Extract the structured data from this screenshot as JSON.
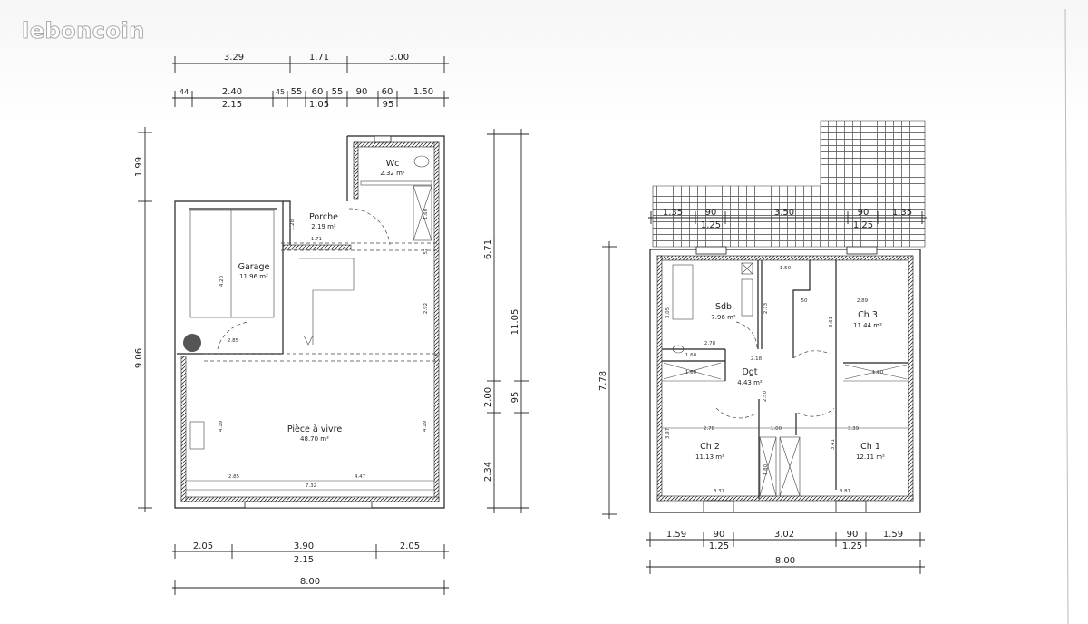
{
  "watermark": "leboncoin",
  "ground_floor": {
    "top_dims_row1": [
      "3.29",
      "1.71",
      "3.00"
    ],
    "top_dims_row2": [
      "44",
      "2.40",
      "45",
      "55",
      "60",
      "55",
      "90",
      "60",
      "1.50"
    ],
    "top_dims_row2_sub": [
      "2.15",
      "1.05",
      "95"
    ],
    "left_dims": [
      "1.99",
      "9.06"
    ],
    "right_dims": [
      "6.71",
      "2.00",
      "2.34"
    ],
    "right_dims_outer": [
      "11.05",
      "95"
    ],
    "bottom_dims": [
      "2.05",
      "3.90",
      "2.05"
    ],
    "bottom_dims_sub": "2.15",
    "bottom_total": "8.00",
    "rooms": [
      {
        "name": "Wc",
        "area": "2.32 m²"
      },
      {
        "name": "Porche",
        "area": "2.19 m²"
      },
      {
        "name": "Garage",
        "area": "11.96 m²"
      },
      {
        "name": "Pièce à vivre",
        "area": "48.70 m²"
      }
    ],
    "interior_dims": [
      "1.60",
      "1.28",
      "1.71",
      "52",
      "4.20",
      "2.85",
      "2.92",
      "4.19",
      "4.19",
      "2.85",
      "4.47",
      "7.32"
    ]
  },
  "upper_floor": {
    "top_dims": [
      "1.35",
      "90",
      "3.50",
      "90",
      "1.35"
    ],
    "top_dims_sub": [
      "1.25",
      "1.25"
    ],
    "left_dim": "7.78",
    "bottom_dims": [
      "1.59",
      "90",
      "3.02",
      "90",
      "1.59"
    ],
    "bottom_dims_sub": [
      "1.25",
      "1.25"
    ],
    "bottom_total": "8.00",
    "rooms": [
      {
        "name": "Sdb",
        "area": "7.96 m²"
      },
      {
        "name": "Ch 3",
        "area": "11.44 m²"
      },
      {
        "name": "Dgt",
        "area": "4.43 m²"
      },
      {
        "name": "Ch 2",
        "area": "11.13 m²"
      },
      {
        "name": "Ch 1",
        "area": "12.11 m²"
      }
    ],
    "interior_dims": [
      "1.50",
      "2.73",
      "3.05",
      "2.78",
      "1.60",
      "1.60",
      "2.18",
      "50",
      "2.89",
      "3.61",
      "1.80",
      "2.50",
      "2.78",
      "1.00",
      "3.39",
      "3.97",
      "3.41",
      "1.80",
      "3.37",
      "3.87"
    ]
  }
}
